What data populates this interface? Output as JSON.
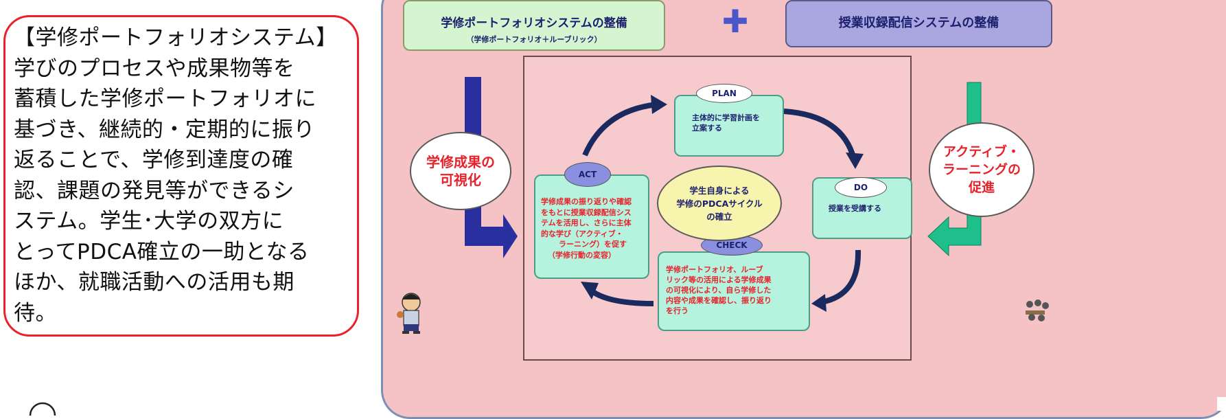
{
  "note": {
    "lines": [
      "【学修ポートフォリオシステム】",
      "学びのプロセスや成果物等を",
      "蓄積した学修ポートフォリオに",
      "基づき、継続的・定期的に振り",
      "返ることで、学修到達度の確",
      "認、課題の発見等ができるシ",
      "ステム。学生･大学の双方に",
      "とってPDCA確立の一助となる",
      "ほか、就職活動への活用も期",
      "待。"
    ]
  },
  "header": {
    "left_title": "学修ポートフォリオシステムの整備",
    "left_subtitle": "（学修ポートフォリオ＋ルーブリック）",
    "plus": "✚",
    "right_title": "授業収録配信システムの整備"
  },
  "side": {
    "left_oval": [
      "学修成果の",
      "可視化"
    ],
    "right_oval": [
      "アクティブ・",
      "ラーニングの",
      "促進"
    ]
  },
  "cycle": {
    "plan_label": "PLAN",
    "plan_text": [
      "主体的に学習計画を",
      "立案する"
    ],
    "do_label": "DO",
    "do_text": [
      "授業を受講する"
    ],
    "check_label": "CHECK",
    "check_text": [
      "学修ポートフォリオ、ルーブ",
      "リック等の活用による学修成果",
      "の可視化により、自ら学修した",
      "内容や成果を確認し、振り返り",
      "を行う"
    ],
    "act_label": "ACT",
    "act_text": [
      "学修成果の振り返りや確認",
      "をもとに授業収録配信シス",
      "テムを活用し、さらに主体",
      "的な学び（アクティブ・",
      "ラーニング）を促す",
      "（学修行動の変容）"
    ],
    "center": [
      "学生自身による",
      "学修のPDCAサイクル",
      "の確立"
    ]
  },
  "colors": {
    "accent_red": "#e8222a",
    "navy": "#1b1f6e",
    "panel_pink": "#f5c3c6",
    "green_box": "#b6f3df",
    "arrow_green": "#1fbf8c",
    "arrow_blue": "#2a2fa0"
  }
}
